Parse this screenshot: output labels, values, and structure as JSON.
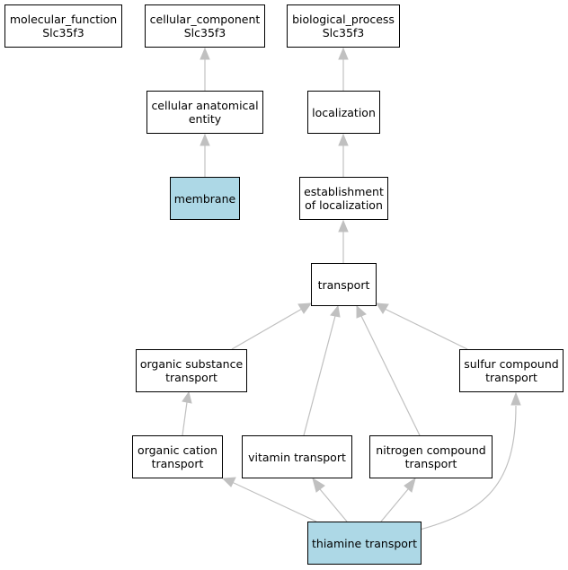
{
  "colors": {
    "edge": "#c0c0c0",
    "node_border": "#000000",
    "node_fill": "#ffffff",
    "highlight_fill": "#add8e6"
  },
  "nodes": {
    "molecular_function": {
      "line1": "molecular_function",
      "line2": "Slc35f3"
    },
    "cellular_component": {
      "line1": "cellular_component",
      "line2": "Slc35f3"
    },
    "biological_process": {
      "line1": "biological_process",
      "line2": "Slc35f3"
    },
    "cellular_anatomical_entity": {
      "line1": "cellular anatomical",
      "line2": "entity"
    },
    "localization": {
      "line1": "localization"
    },
    "membrane": {
      "line1": "membrane"
    },
    "establishment_of_localization": {
      "line1": "establishment",
      "line2": "of localization"
    },
    "transport": {
      "line1": "transport"
    },
    "organic_substance_transport": {
      "line1": "organic substance",
      "line2": "transport"
    },
    "sulfur_compound_transport": {
      "line1": "sulfur compound",
      "line2": "transport"
    },
    "organic_cation_transport": {
      "line1": "organic cation",
      "line2": "transport"
    },
    "vitamin_transport": {
      "line1": "vitamin transport"
    },
    "nitrogen_compound_transport": {
      "line1": "nitrogen compound",
      "line2": "transport"
    },
    "thiamine_transport": {
      "line1": "thiamine transport"
    }
  }
}
